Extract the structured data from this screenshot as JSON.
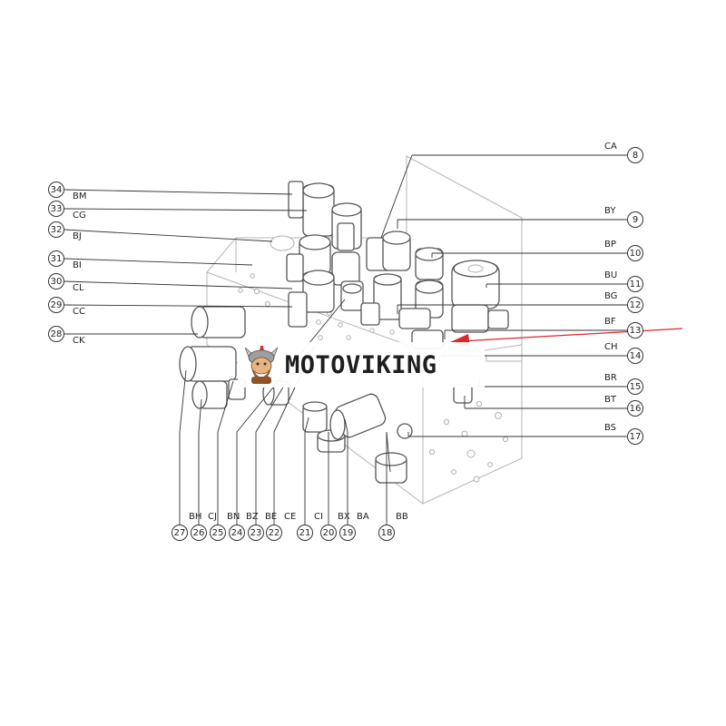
{
  "brand": {
    "name": "MOTOVIKING",
    "logo_icon": "viking-mascot-icon"
  },
  "accent_color": "#e0252b",
  "callouts_left": [
    {
      "num": "34",
      "code": "BM"
    },
    {
      "num": "33",
      "code": "CG"
    },
    {
      "num": "32",
      "code": "BJ"
    },
    {
      "num": "31",
      "code": "BI"
    },
    {
      "num": "30",
      "code": "CL"
    },
    {
      "num": "29",
      "code": "CC"
    },
    {
      "num": "28",
      "code": "CK"
    }
  ],
  "callouts_right": [
    {
      "num": "8",
      "code": "CA"
    },
    {
      "num": "9",
      "code": "BY"
    },
    {
      "num": "10",
      "code": "BP"
    },
    {
      "num": "11",
      "code": "BU"
    },
    {
      "num": "12",
      "code": "BG"
    },
    {
      "num": "13",
      "code": "BF"
    },
    {
      "num": "14",
      "code": "CH"
    },
    {
      "num": "15",
      "code": "BR"
    },
    {
      "num": "16",
      "code": "BT"
    },
    {
      "num": "17",
      "code": "BS"
    }
  ],
  "callouts_bottom": [
    {
      "num": "27",
      "code": "BH"
    },
    {
      "num": "26",
      "code": "CJ"
    },
    {
      "num": "25",
      "code": "BN"
    },
    {
      "num": "24",
      "code": "BZ"
    },
    {
      "num": "23",
      "code": "BE"
    },
    {
      "num": "22",
      "code": "CE"
    },
    {
      "num": "21",
      "code": "CI"
    },
    {
      "num": "20",
      "code": "BX"
    },
    {
      "num": "19",
      "code": "BA"
    },
    {
      "num": "18",
      "code": "BB"
    }
  ]
}
